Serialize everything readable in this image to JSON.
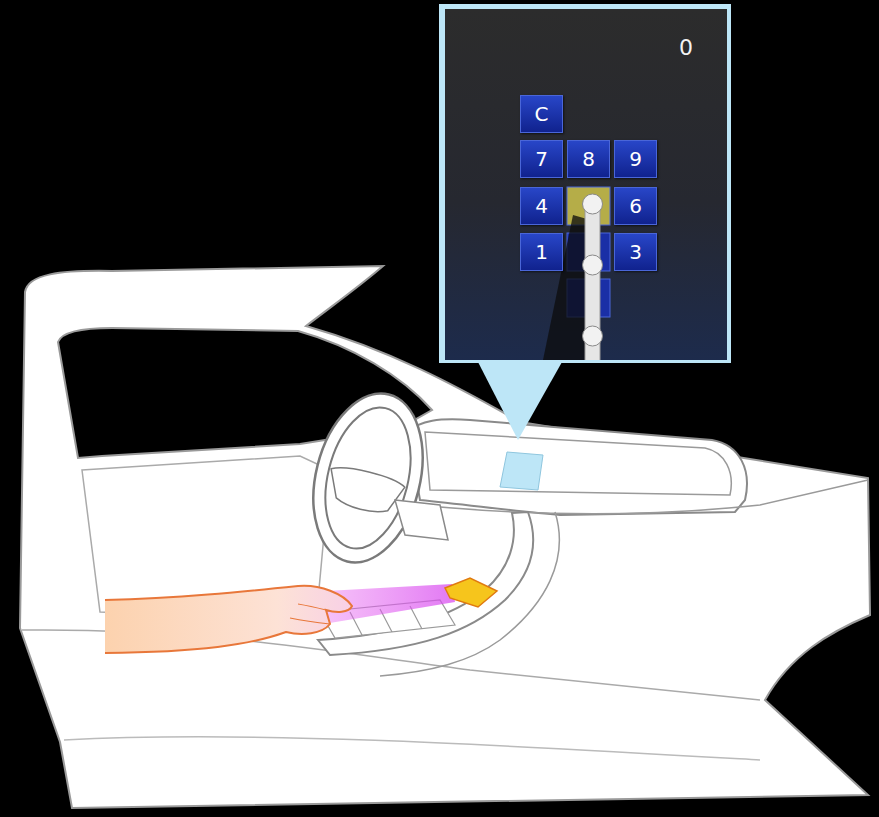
{
  "diagram": {
    "nodes": [
      {
        "text": [
          "0"
        ]
      },
      {
        "text": [
          "C"
        ],
        "in": 0
      },
      {
        "text": [
          "7"
        ],
        "in": 0
      },
      {
        "text": [
          "8"
        ],
        "in": 0
      },
      {
        "text": [
          "9"
        ],
        "in": 0
      },
      {
        "text": [
          "4"
        ],
        "in": 0
      },
      {
        "text": [
          "6"
        ],
        "in": 0
      },
      {
        "text": [
          "1"
        ],
        "in": 0
      },
      {
        "text": [
          "3"
        ],
        "in": 0
      }
    ]
  }
}
